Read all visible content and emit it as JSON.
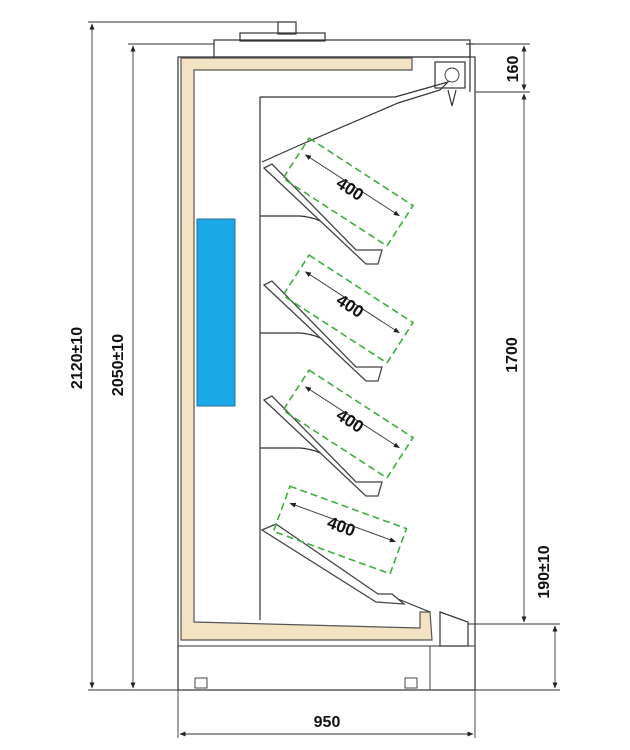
{
  "dimensions": {
    "overall_height": "2120±10",
    "body_height": "2050±10",
    "top_offset": "160",
    "shelf_zone_height": "1700",
    "bottom_offset": "190±10",
    "depth": "950"
  },
  "shelves": [
    {
      "depth": "400"
    },
    {
      "depth": "400"
    },
    {
      "depth": "400"
    },
    {
      "depth": "400"
    }
  ],
  "colors": {
    "insulation": "#f4e3c3",
    "evaporator": "#1aa9e8",
    "load_zone": "#3fae3f",
    "lines": "#333333"
  }
}
